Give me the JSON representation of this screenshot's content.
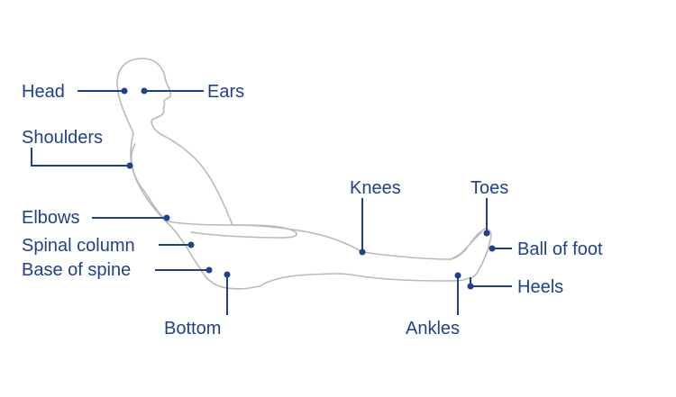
{
  "colors": {
    "label": "#1f3f8f",
    "outline": "#b9b9b9",
    "background": "#ffffff"
  },
  "labels": {
    "head": "Head",
    "ears": "Ears",
    "shoulders": "Shoulders",
    "elbows": "Elbows",
    "spinal_column": "Spinal column",
    "base_of_spine": "Base of spine",
    "bottom": "Bottom",
    "knees": "Knees",
    "toes": "Toes",
    "ball_of_foot": "Ball of foot",
    "heels": "Heels",
    "ankles": "Ankles"
  }
}
